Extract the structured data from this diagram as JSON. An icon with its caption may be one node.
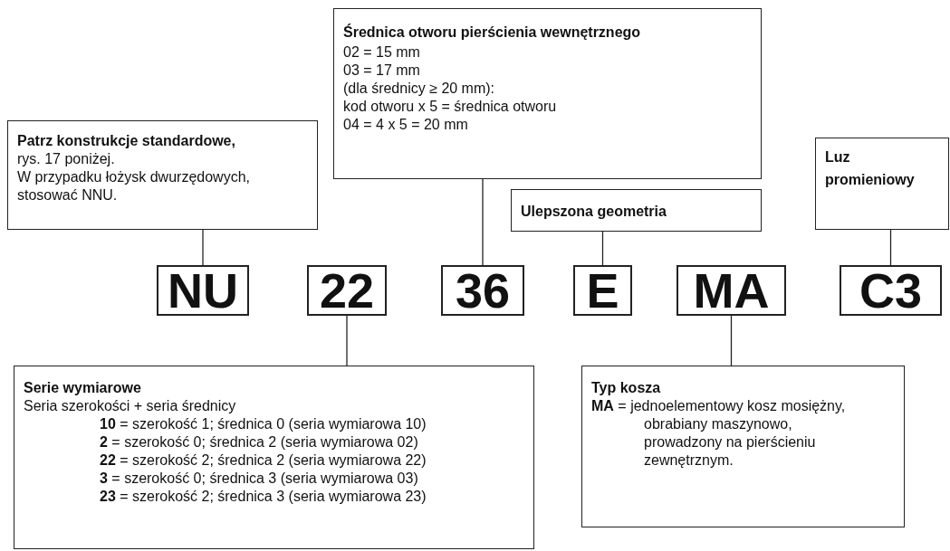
{
  "diagram": {
    "nodes": [
      {
        "text": [
          "NU"
        ]
      },
      {
        "text": [
          "22"
        ]
      },
      {
        "text": [
          "36"
        ]
      },
      {
        "text": [
          "E"
        ]
      },
      {
        "text": [
          "MA"
        ]
      },
      {
        "text": [
          "C3"
        ]
      },
      {
        "text": [
          "Patrz konstrukcje standardowe,",
          "rys. 17 poniżej.",
          "W przypadku łożysk dwurzędowych, stosować NNU."
        ]
      },
      {
        "text": [
          "Średnica otworu pierścienia wewnętrznego",
          "02 = 15 mm",
          "03 = 17 mm",
          "(dla średnicy ≥ 20 mm):",
          "kod otworu x 5 = średnica otworu",
          "04 = 4 x 5 = 20 mm"
        ]
      },
      {
        "text": [
          "Ulepszona geometria"
        ]
      },
      {
        "text": [
          "Luz promieniowy"
        ]
      },
      {
        "text": [
          "Serie wymiarowe",
          "Seria szerokości + seria średnicy",
          "**10** = szerokość 1; średnica 0 (seria wymiarowa 10)",
          "**2** = szerokość 0; średnica 2 (seria wymiarowa 02)",
          "**22** = szerokość 2; średnica 2 (seria wymiarowa 22)",
          "**3** = szerokość 0; średnica 3 (seria wymiarowa 03)",
          "**23** = szerokość 2; średnica 3 (seria wymiarowa 23)"
        ]
      },
      {
        "text": [
          "Typ kosza",
          "**MA** = jednoelementowy kosz mosiężny, obrabiany maszynowo, prowadzony na pierścieniu zewnętrznym."
        ]
      }
    ],
    "edges": [
      {
        "from": 6,
        "to": 0,
        "arrow": "none"
      },
      {
        "from": 7,
        "to": 2,
        "arrow": "none"
      },
      {
        "from": 8,
        "to": 3,
        "arrow": "none"
      },
      {
        "from": 9,
        "to": 5,
        "arrow": "none"
      },
      {
        "from": 10,
        "to": 1,
        "arrow": "none"
      },
      {
        "from": 11,
        "to": 4,
        "arrow": "none"
      }
    ]
  }
}
